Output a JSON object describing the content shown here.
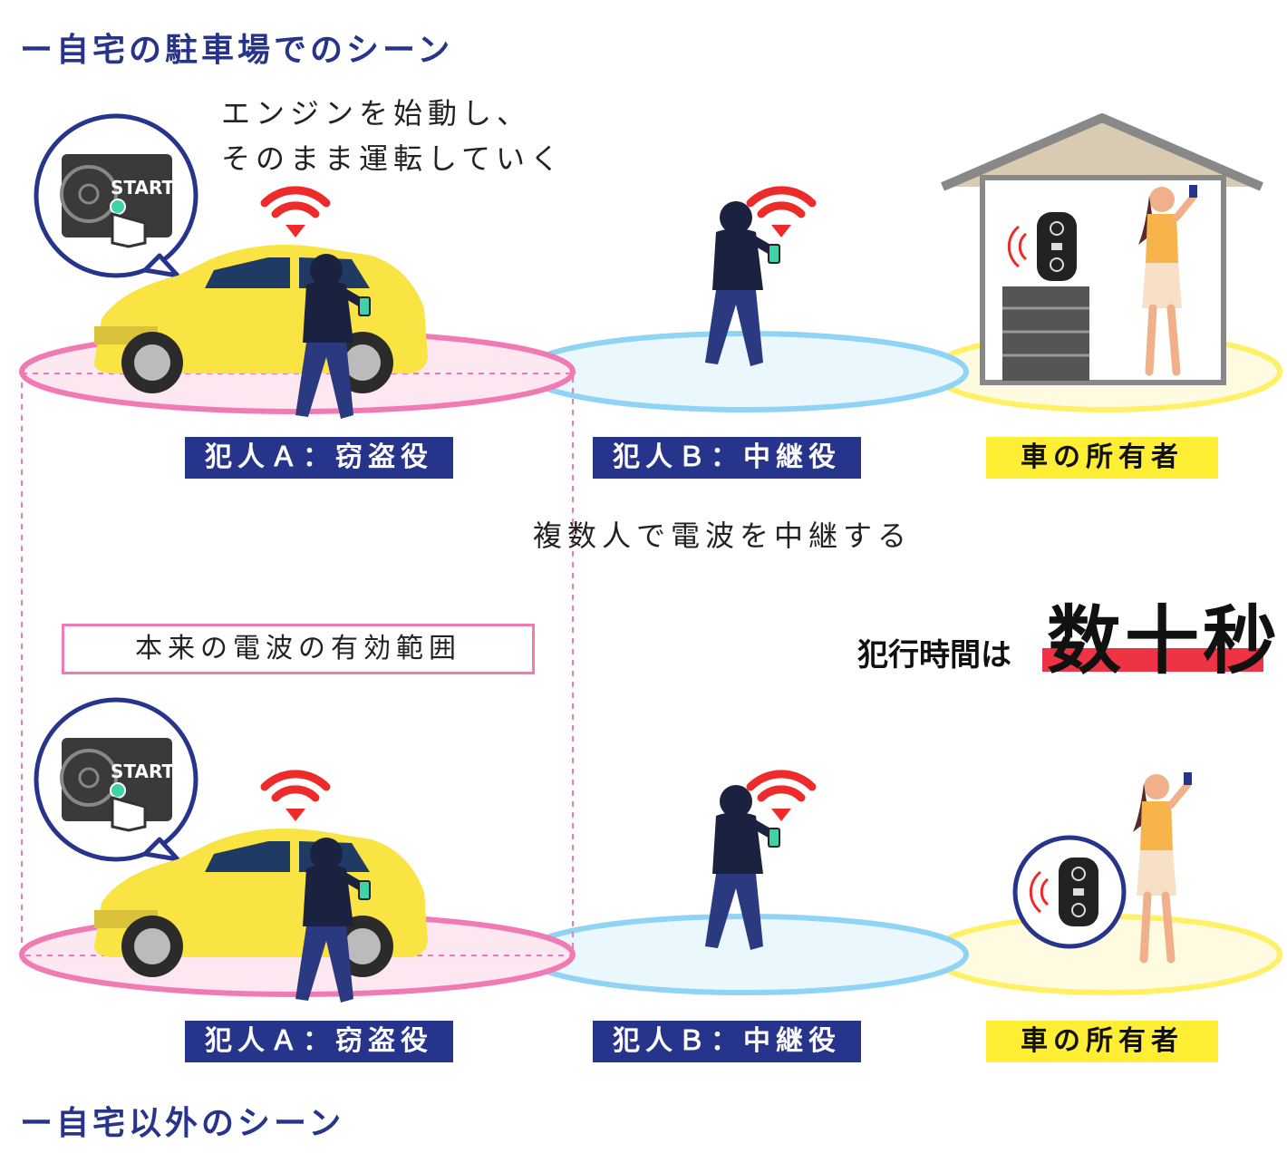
{
  "headings": {
    "home": "ー自宅の駐車場でのシーン",
    "outside": "ー自宅以外のシーン"
  },
  "captions": {
    "engine_start": "エンジンを始動し、\nそのまま運転していく",
    "relay": "複数人で電波を中継する"
  },
  "labels": {
    "thief_a": "犯人Ａ：窃盗役",
    "thief_b": "犯人Ｂ：中継役",
    "owner": "車の所有者"
  },
  "range_box": "本来の電波の有効範囲",
  "crime_time": {
    "label": "犯行時間は",
    "value": "数十秒"
  },
  "button_text": "START",
  "icons": [
    "signal-icon",
    "smart-key-icon",
    "start-button-icon",
    "car-icon",
    "house-icon",
    "thief-icon",
    "woman-icon"
  ],
  "colors": {
    "navy": "#27348b",
    "pink_ring": "#f07ab4",
    "blue_ring": "#8fd3f5",
    "yellow_ring": "#fff066",
    "signal_red": "#ee2b2b",
    "car_yellow": "#f9e443",
    "highlight_red": "#ee3344"
  }
}
